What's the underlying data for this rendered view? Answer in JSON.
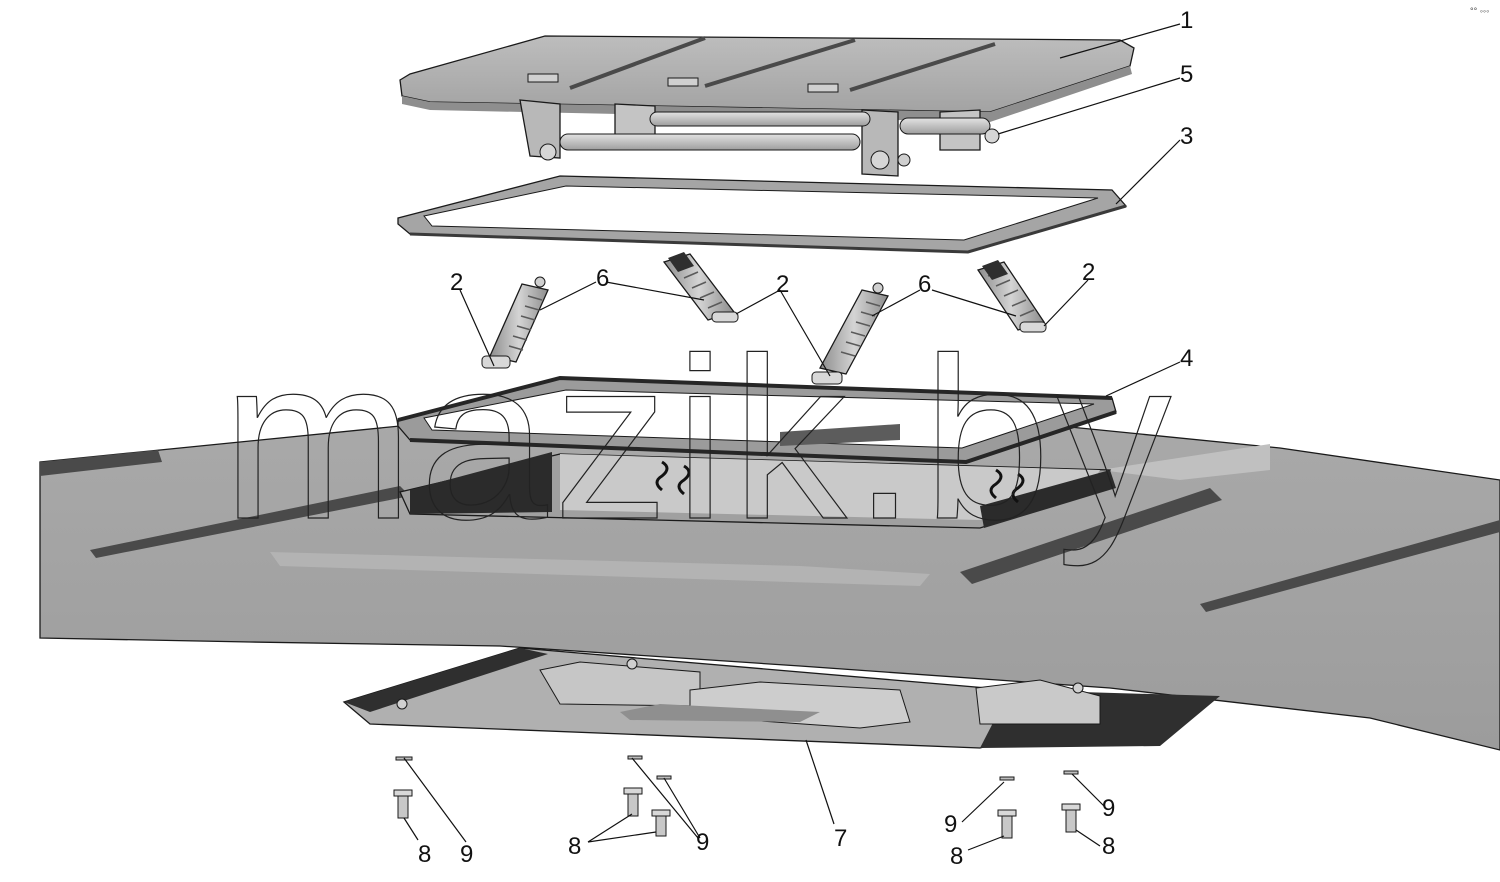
{
  "diagram": {
    "watermark": "mazik.by",
    "corner_mark": "°° ◦◦◦",
    "callouts": {
      "c1": "1",
      "c5": "5",
      "c3": "3",
      "c2a": "2",
      "c6a": "6",
      "c2b": "2",
      "c6b": "6",
      "c2c": "2",
      "c4": "4",
      "c7": "7",
      "c9a": "9",
      "c8a": "8",
      "c8b": "8",
      "c9b": "9",
      "c9c": "9",
      "c8c": "8",
      "c9d": "9",
      "c8d": "8"
    },
    "colors": {
      "part_light": "#b9b9b9",
      "part_mid": "#9a9a9a",
      "part_dark": "#4e4e4e",
      "shadow": "#2f2f2f"
    }
  }
}
